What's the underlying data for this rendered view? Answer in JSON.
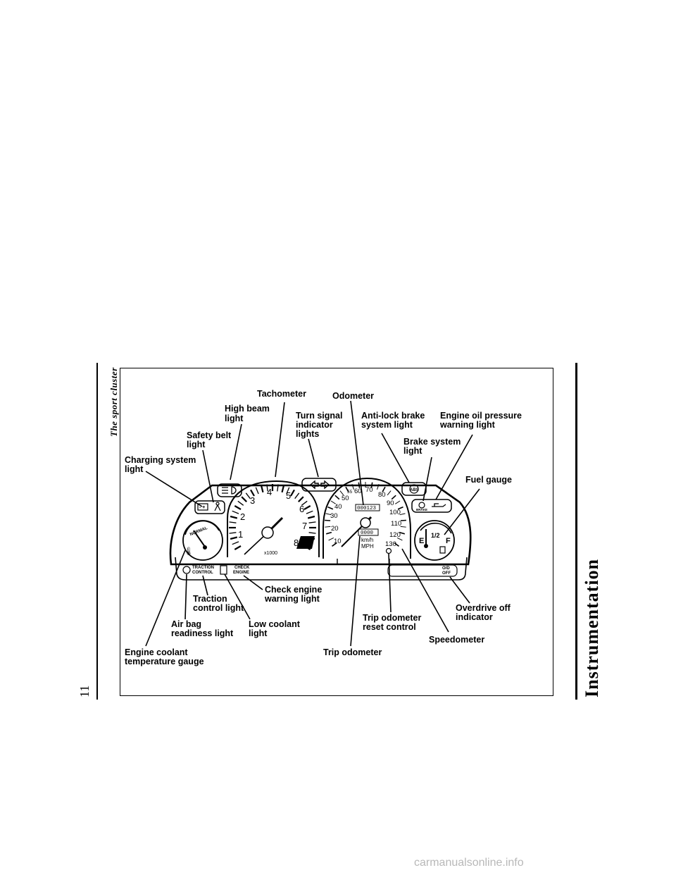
{
  "page": {
    "side_title": "The sport cluster",
    "section": "Instrumentation",
    "page_number": "11",
    "watermark": "carmanualsonline.info"
  },
  "figure": {
    "labels": {
      "tachometer": "Tachometer",
      "odometer": "Odometer",
      "high_beam_1": "High beam",
      "high_beam_2": "light",
      "turn_signal_1": "Turn signal",
      "turn_signal_2": "indicator",
      "turn_signal_3": "lights",
      "abs_1": "Anti-lock brake",
      "abs_2": "system light",
      "oil_1": "Engine oil pressure",
      "oil_2": "warning light",
      "safety_belt_1": "Safety belt",
      "safety_belt_2": "light",
      "brake_1": "Brake system",
      "brake_2": "light",
      "charging_1": "Charging system",
      "charging_2": "light",
      "fuel_gauge": "Fuel gauge",
      "check_engine_1": "Check engine",
      "check_engine_2": "warning light",
      "traction_1": "Traction",
      "traction_2": "control light",
      "overdrive_1": "Overdrive off",
      "overdrive_2": "indicator",
      "trip_reset_1": "Trip odometer",
      "trip_reset_2": "reset control",
      "airbag_1": "Air bag",
      "airbag_2": "readiness light",
      "low_coolant_1": "Low coolant",
      "low_coolant_2": "light",
      "speedometer": "Speedometer",
      "coolant_gauge_1": "Engine coolant",
      "coolant_gauge_2": "temperature gauge",
      "trip_odometer": "Trip odometer"
    },
    "tachometer": {
      "numbers": [
        "1",
        "2",
        "3",
        "4",
        "5",
        "6",
        "7",
        "8"
      ],
      "multiplier": "x1000"
    },
    "speedometer": {
      "mph": [
        "10",
        "20",
        "30",
        "40",
        "50",
        "55",
        "60",
        "70",
        "80",
        "90",
        "100",
        "110",
        "120",
        "130"
      ],
      "odometer_value": "000123",
      "trip_value": "0000",
      "unit_kmh": "km/h",
      "unit_mph": "MPH"
    },
    "fuel": {
      "empty": "E",
      "half": "1/2",
      "full": "F"
    },
    "temp_gauge": {
      "normal": "NORMAL"
    },
    "warning_lights": {
      "traction_a": "TRACTION",
      "traction_b": "CONTROL",
      "check_a": "CHECK",
      "check_b": "ENGINE",
      "od_a": "O/D",
      "od_b": "OFF",
      "brake": "BRAKE",
      "abs": "ABS"
    }
  }
}
